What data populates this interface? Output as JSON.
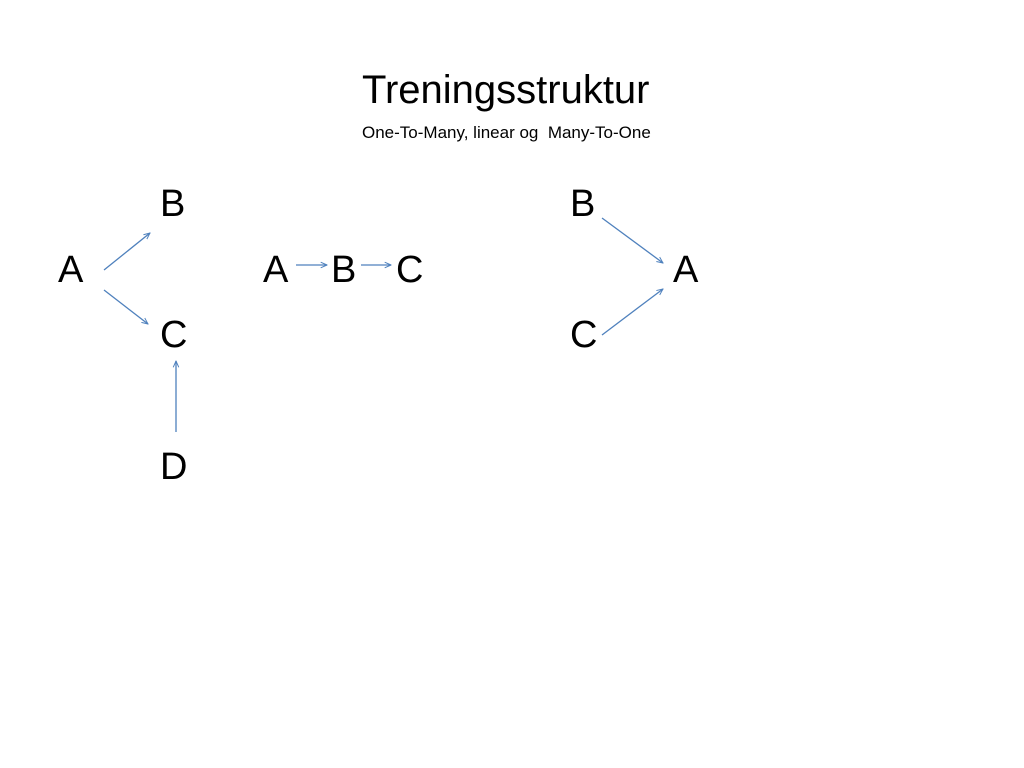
{
  "slide": {
    "title": "Treningsstruktur",
    "subtitle": "One-To-Many, linear og  Many-To-One"
  },
  "arrow_color": "#4F81BD",
  "one_to_many": {
    "nodes": {
      "a": "A",
      "b": "B",
      "c": "C",
      "d": "D"
    },
    "edges": [
      [
        "A",
        "B"
      ],
      [
        "A",
        "C"
      ],
      [
        "D",
        "C"
      ]
    ]
  },
  "linear": {
    "nodes": {
      "a": "A",
      "b": "B",
      "c": "C"
    },
    "edges": [
      [
        "A",
        "B"
      ],
      [
        "B",
        "C"
      ]
    ]
  },
  "many_to_one": {
    "nodes": {
      "b": "B",
      "a": "A",
      "c": "C"
    },
    "edges": [
      [
        "B",
        "A"
      ],
      [
        "C",
        "A"
      ]
    ]
  }
}
